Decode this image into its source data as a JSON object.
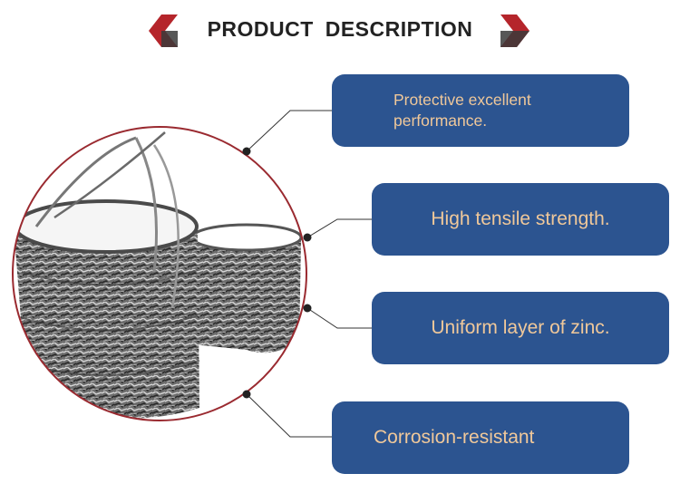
{
  "header": {
    "title": "PRODUCT DESCRIPTION"
  },
  "colors": {
    "accent_red": "#b5252b",
    "box_blue": "#2c5490",
    "box_text": "#f0c89a",
    "circle_outline": "#9a2a30"
  },
  "features": [
    {
      "label": "Protective excellent performance."
    },
    {
      "label": "High tensile strength."
    },
    {
      "label": "Uniform layer of zinc."
    },
    {
      "label": "Corrosion-resistant"
    }
  ]
}
